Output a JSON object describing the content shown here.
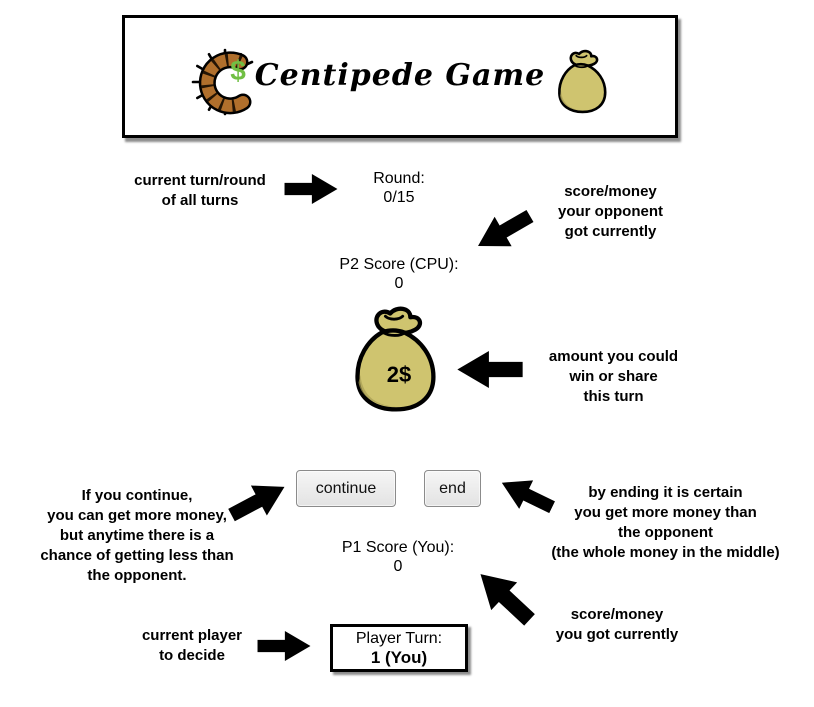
{
  "header": {
    "title": "Centipede Game",
    "dollar_sign": "$"
  },
  "game": {
    "round_label": "Round:",
    "round_value": "0/15",
    "p2_label": "P2 Score (CPU):",
    "p2_value": "0",
    "pot_amount": "2$",
    "continue_label": "continue",
    "end_label": "end",
    "p1_label": "P1 Score (You):",
    "p1_value": "0",
    "turn_label": "Player Turn:",
    "turn_value": "1 (You)"
  },
  "annotations": {
    "round": "current turn/round\nof all turns",
    "p2_score": "score/money\nyour opponent\ngot currently",
    "pot": "amount you could\nwin or share\nthis turn",
    "continue": "If you continue,\nyou can get more money,\nbut anytime there is a\nchance of getting less than\nthe opponent.",
    "end": "by ending it is certain\nyou get more money than\nthe opponent\n(the whole money in the middle)",
    "p1_score": "score/money\nyou got currently",
    "player_turn": "current player\nto decide"
  },
  "colors": {
    "bag_fill": "#cfc46f",
    "bag_shade": "#a89e54",
    "centipede_body": "#b06f2c",
    "dollar_green": "#71bf44",
    "dollar_outline": "#3f7a23",
    "arrow": "#000000"
  }
}
